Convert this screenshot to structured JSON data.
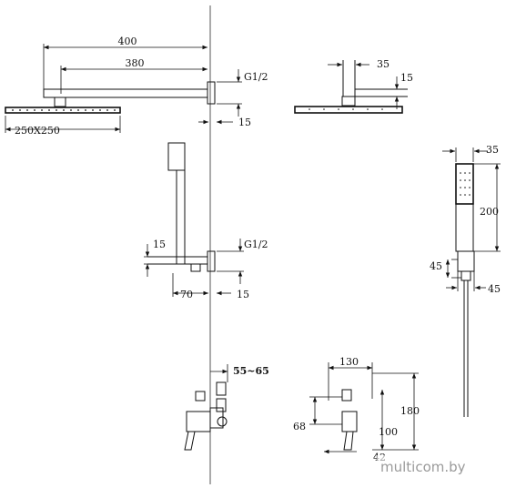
{
  "labels": {
    "arm_length_outer": "400",
    "arm_length_inner": "380",
    "thread_top": "G1/2",
    "wall_offset_top": "15",
    "head_size": "250X250",
    "head_side_width": "35",
    "head_side_height": "15",
    "bracket_height": "15",
    "thread_bracket": "G1/2",
    "bracket_width": "70",
    "bracket_offset": "15",
    "mixer_depth": "55~65",
    "box_width": "130",
    "box_height": "180",
    "box_inner_height": "100",
    "box_left": "68",
    "box_bottom": "42",
    "hand_width": "35",
    "hand_length": "200",
    "holder_height": "45",
    "holder_width": "45"
  },
  "watermark": "multicom.by"
}
